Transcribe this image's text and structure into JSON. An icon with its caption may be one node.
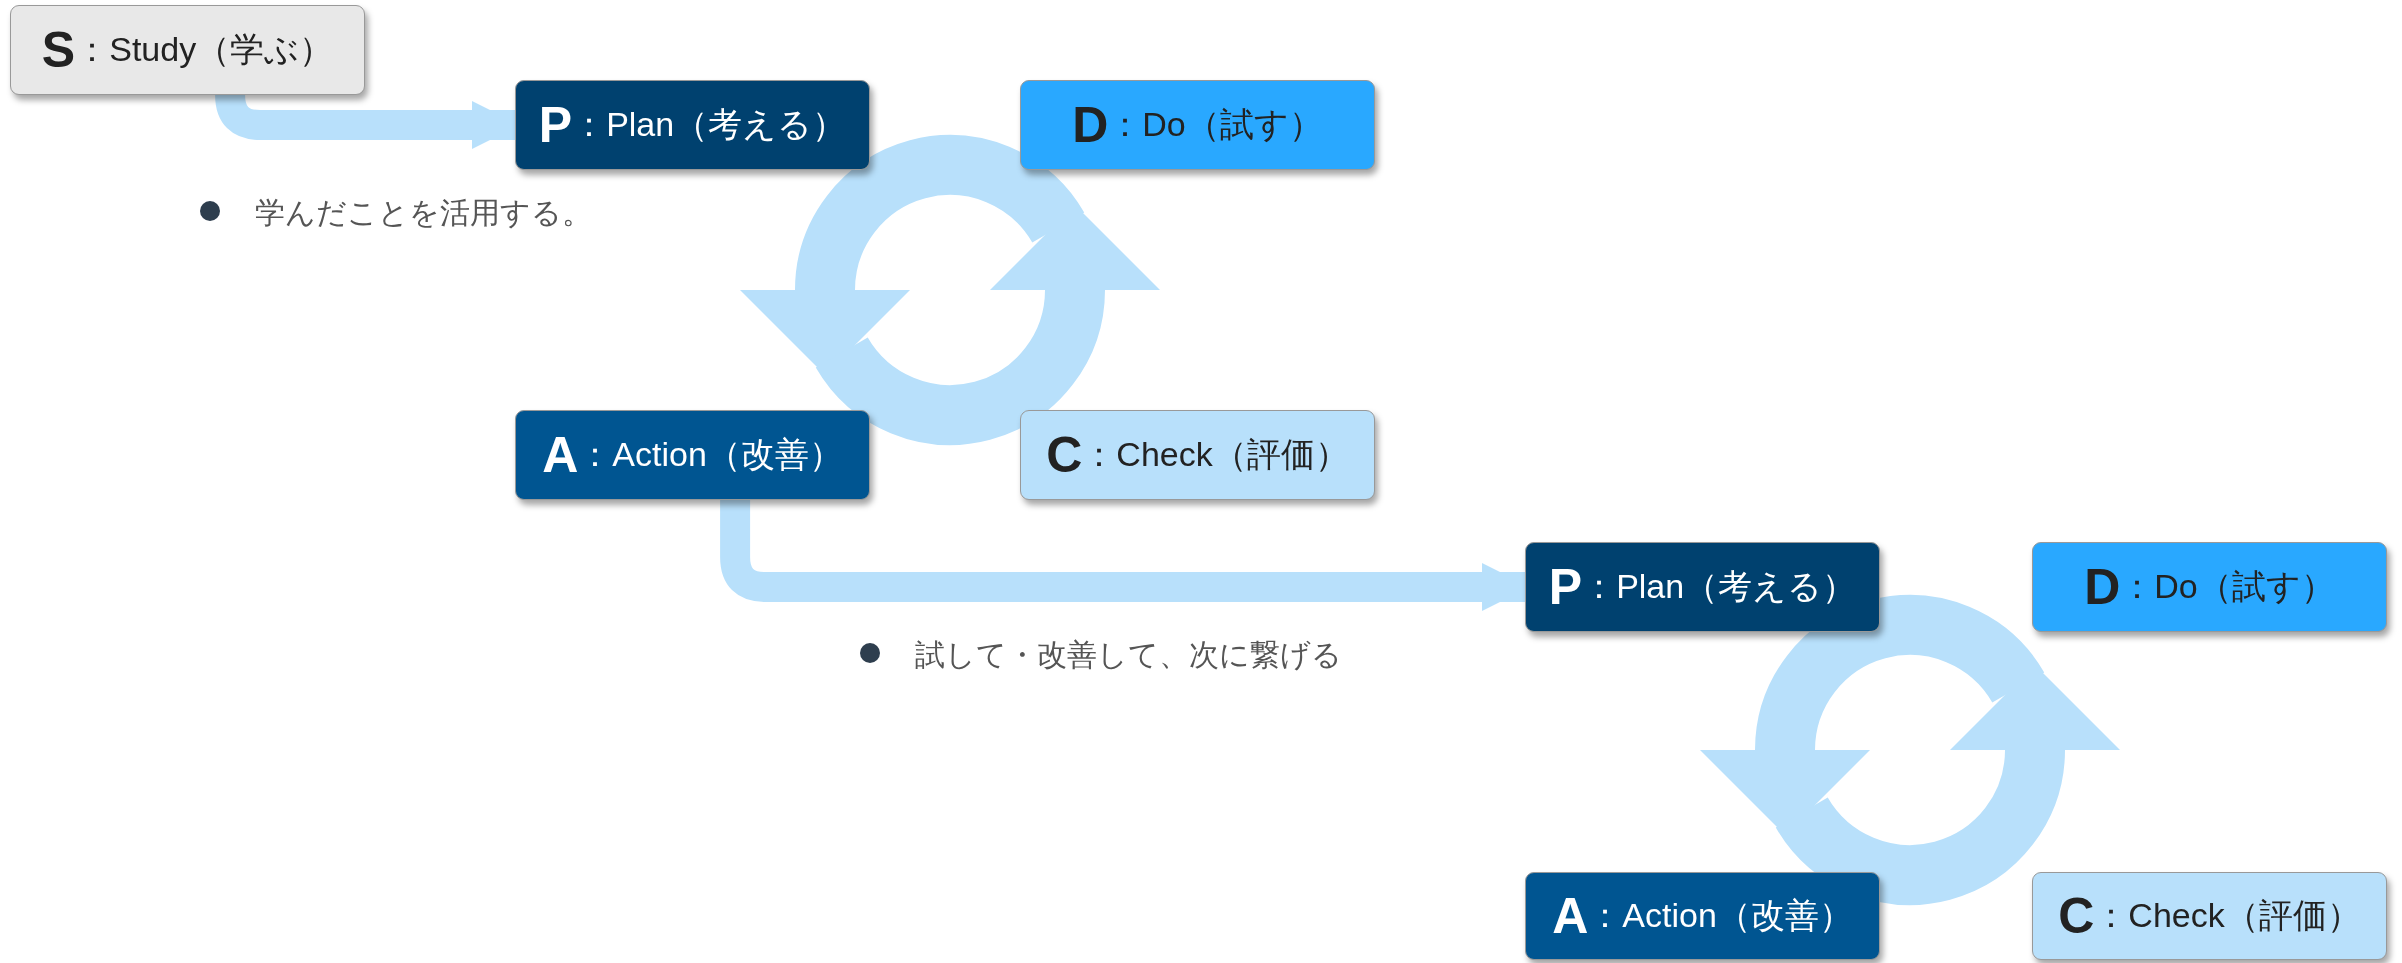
{
  "diagram": {
    "nodes": [
      {
        "text": [
          "**S**：Study（学ぶ）"
        ]
      },
      {
        "text": [
          "**P**：Plan（考える）"
        ]
      },
      {
        "text": [
          "**D**：Do（試す）"
        ]
      },
      {
        "text": [
          "**A**：Action（改善）"
        ]
      },
      {
        "text": [
          "**C**：Check（評価）"
        ]
      },
      {
        "text": [
          "**P**：Plan（考える）"
        ]
      },
      {
        "text": [
          "**D**：Do（試す）"
        ]
      },
      {
        "text": [
          "**A**：Action（改善）"
        ]
      },
      {
        "text": [
          "**C**：Check（評価）"
        ]
      }
    ],
    "edges": [
      {
        "from": 0,
        "to": 1,
        "arrow": "to"
      },
      {
        "from": 3,
        "to": 5,
        "arrow": "to"
      }
    ],
    "labels": [
      "学んだことを活用する。",
      "試して・改善して、次に繋げる"
    ]
  }
}
